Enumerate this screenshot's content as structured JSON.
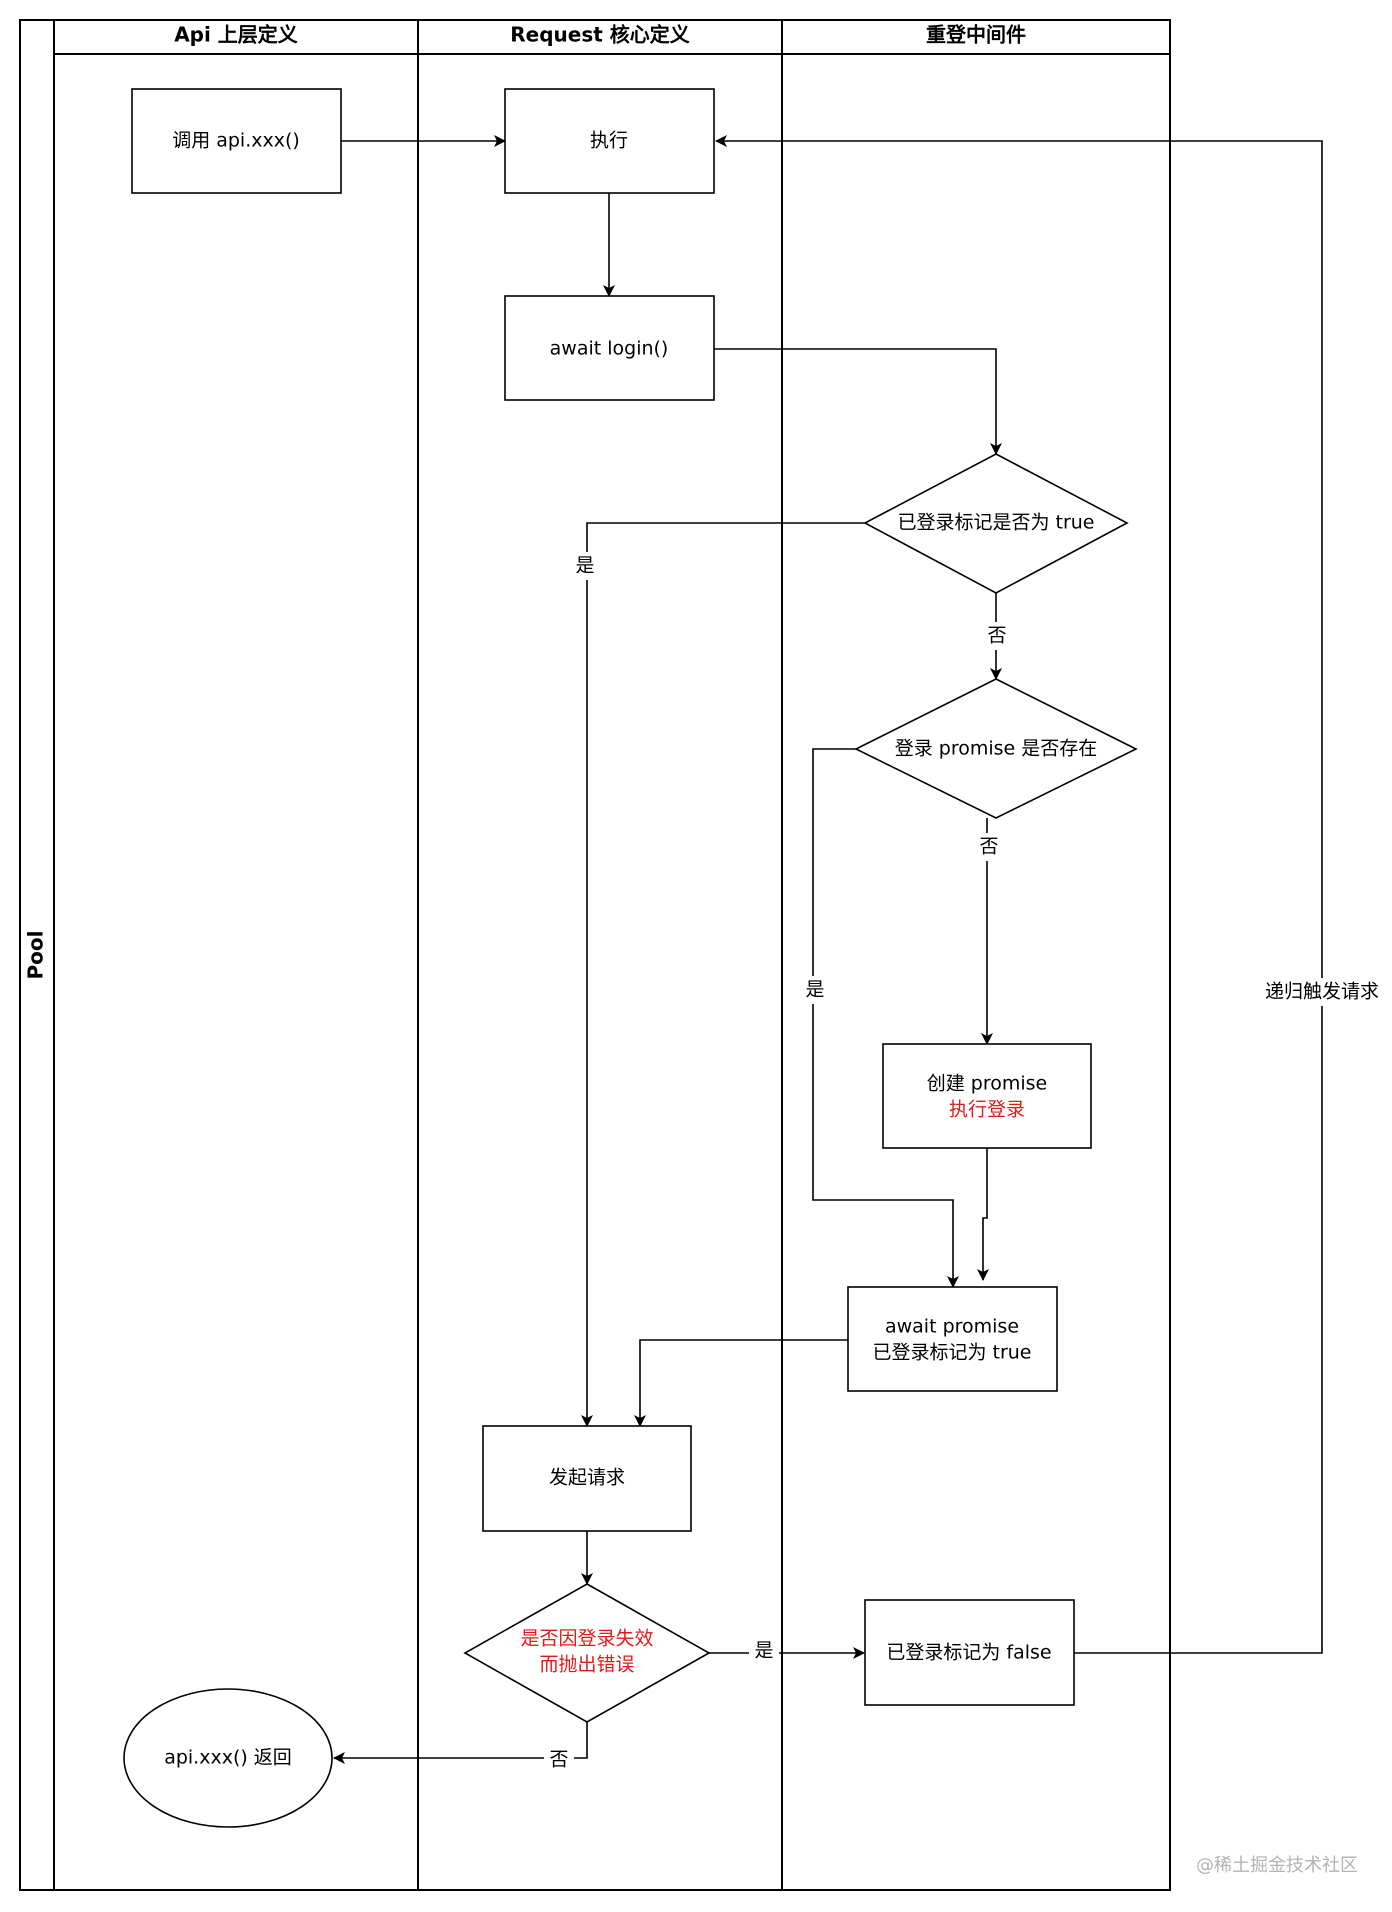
{
  "pool": {
    "label": "Pool"
  },
  "lanes": {
    "api": "Api 上层定义",
    "request": "Request 核心定义",
    "relogin": "重登中间件"
  },
  "nodes": {
    "call_api": "调用 api.xxx()",
    "execute": "执行",
    "await_login": "await login()",
    "check_flag": "已登录标记是否为 true",
    "check_promise": "登录 promise 是否存在",
    "create_promise_line1": "创建 promise",
    "create_promise_line2": "执行登录",
    "await_promise_line1": "await promise",
    "await_promise_line2": "已登录标记为 true",
    "send_request": "发起请求",
    "login_error_line1": "是否因登录失效",
    "login_error_line2": "而抛出错误",
    "set_flag_false": "已登录标记为 false",
    "api_return": "api.xxx() 返回"
  },
  "edge_labels": {
    "flag_yes": "是",
    "flag_no": "否",
    "promise_no": "否",
    "promise_yes": "是",
    "error_yes": "是",
    "error_no": "否",
    "recursive": "递归触发请求"
  },
  "watermark": "@稀土掘金技术社区",
  "colors": {
    "line": "#000000",
    "highlight": "#e31a1a",
    "watermark": "#b3b3b3"
  }
}
